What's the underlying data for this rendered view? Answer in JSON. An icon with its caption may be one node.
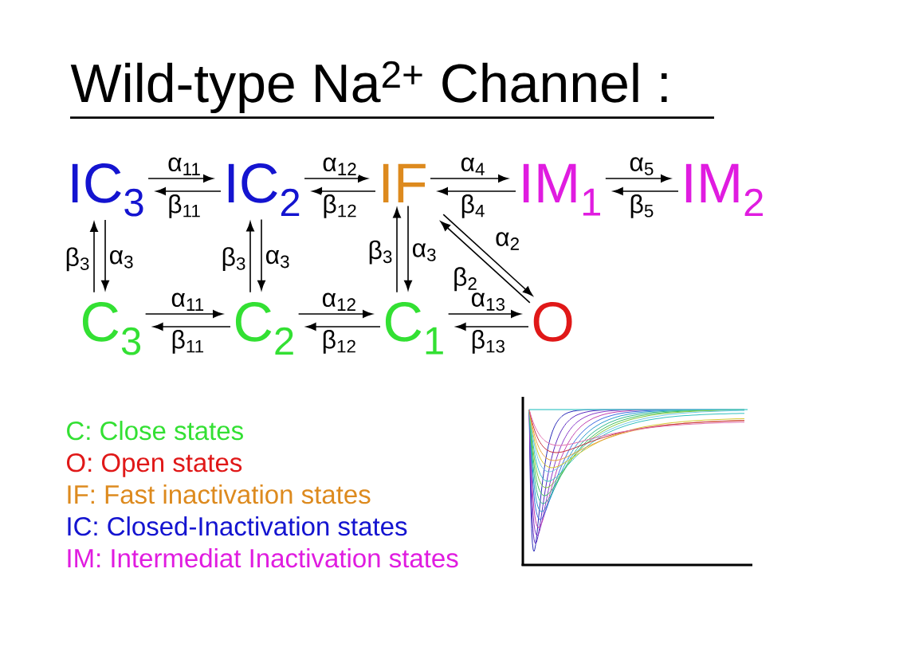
{
  "diagram": {
    "title": "Wild-type Na$^{2+}$ Channel :",
    "nodes": [
      {
        "text": [
          "IC$_{3}$"
        ]
      },
      {
        "text": [
          "IC$_{2}$"
        ]
      },
      {
        "text": [
          "IF"
        ]
      },
      {
        "text": [
          "IM$_{1}$"
        ]
      },
      {
        "text": [
          "IM$_{2}$"
        ]
      },
      {
        "text": [
          "C$_{3}$"
        ]
      },
      {
        "text": [
          "C$_{2}$"
        ]
      },
      {
        "text": [
          "C$_{1}$"
        ]
      },
      {
        "text": [
          "O"
        ]
      }
    ],
    "edges": [
      {
        "from": 0,
        "to": 1,
        "arrow": "to",
        "label": "α$_{11}$"
      },
      {
        "from": 1,
        "to": 0,
        "arrow": "to",
        "label": "β$_{11}$"
      },
      {
        "from": 1,
        "to": 2,
        "arrow": "to",
        "label": "α$_{12}$"
      },
      {
        "from": 2,
        "to": 1,
        "arrow": "to",
        "label": "β$_{12}$"
      },
      {
        "from": 2,
        "to": 3,
        "arrow": "to",
        "label": "α$_{4}$"
      },
      {
        "from": 3,
        "to": 2,
        "arrow": "to",
        "label": "β$_{4}$"
      },
      {
        "from": 3,
        "to": 4,
        "arrow": "to",
        "label": "α$_{5}$"
      },
      {
        "from": 4,
        "to": 3,
        "arrow": "to",
        "label": "β$_{5}$"
      },
      {
        "from": 5,
        "to": 0,
        "arrow": "to",
        "label": "β$_{3}$"
      },
      {
        "from": 0,
        "to": 5,
        "arrow": "to",
        "label": "α$_{3}$"
      },
      {
        "from": 6,
        "to": 1,
        "arrow": "to",
        "label": "β$_{3}$"
      },
      {
        "from": 1,
        "to": 6,
        "arrow": "to",
        "label": "α$_{3}$"
      },
      {
        "from": 7,
        "to": 2,
        "arrow": "to",
        "label": "β$_{3}$"
      },
      {
        "from": 2,
        "to": 7,
        "arrow": "to",
        "label": "α$_{3}$"
      },
      {
        "from": 2,
        "to": 8,
        "arrow": "to",
        "label": "α$_{2}$"
      },
      {
        "from": 8,
        "to": 2,
        "arrow": "to",
        "label": "β$_{2}$"
      },
      {
        "from": 5,
        "to": 6,
        "arrow": "to",
        "label": "α$_{11}$"
      },
      {
        "from": 6,
        "to": 5,
        "arrow": "to",
        "label": "β$_{11}$"
      },
      {
        "from": 6,
        "to": 7,
        "arrow": "to",
        "label": "α$_{12}$"
      },
      {
        "from": 7,
        "to": 6,
        "arrow": "to",
        "label": "β$_{12}$"
      },
      {
        "from": 7,
        "to": 8,
        "arrow": "to",
        "label": "α$_{13}$"
      },
      {
        "from": 8,
        "to": 7,
        "arrow": "to",
        "label": "β$_{13}$"
      }
    ],
    "labels": [
      "C: Close states",
      "O: Open states",
      "IF: Fast inactivation states",
      "IC: Closed-Inactivation states",
      "IM: Intermediat Inactivation states"
    ]
  }
}
